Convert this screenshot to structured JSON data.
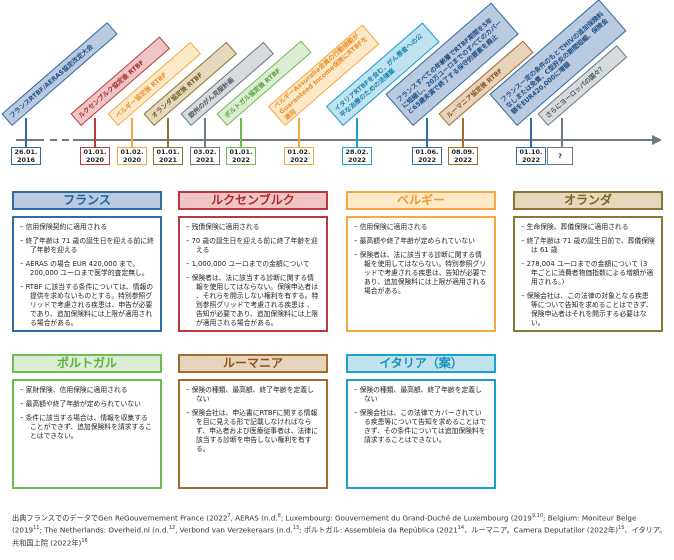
{
  "timeline": {
    "events": [
      {
        "date": "26.01.\n2016",
        "label": "フランスRTBF/AERAS協定改定大会",
        "color": "#2e6da4",
        "fill": "#b9cae1",
        "text": "#1f4f86"
      },
      {
        "date": "01.01.\n2020",
        "label": "ルクセンブルク協定後 RTBF",
        "color": "#b83a3f",
        "fill": "#eec5c3",
        "text": "#a52a30"
      },
      {
        "date": "01.02.\n2020",
        "label": "ベルギー協定後 RTBF",
        "color": "#f5a742",
        "fill": "#fde8c8",
        "text": "#e8902a"
      },
      {
        "date": "01.01.\n2021",
        "label": "オランダ協定後 RTBF",
        "color": "#8b7636",
        "fill": "#e4d9bd",
        "text": "#6e5c25"
      },
      {
        "date": "03.02.\n2021",
        "label": "欧州のがん克服計画",
        "color": "#6f7b85",
        "fill": "#d6dbde",
        "text": "#4a545c"
      },
      {
        "date": "01.01.\n2022",
        "label": "ポルトガル協定後 RTBF",
        "color": "#6cbf4f",
        "fill": "#dcecd5",
        "text": "#4fa333"
      },
      {
        "date": "01.02.\n2022",
        "label": "ベルギーAssuralia会員の行動規範が Guaranteed Income保険にRTBFを適用",
        "color": "#f5a742",
        "fill": "#fde8c8",
        "text": "#e8902a"
      },
      {
        "date": "28.02.\n2022",
        "label": "イタリアRTBFを含む、がん患者への公平な治療のための法律案",
        "color": "#1aa1d0",
        "fill": "#c0e3ef",
        "text": "#1285b0"
      },
      {
        "date": "01.06.\n2022",
        "label": "フランスすべての年齢層でRTBF期間を5年に短縮し、20万ユーロまでのすべてのカバーと65歳未満で終了する保守的要素を廃止",
        "color": "#2e6da4",
        "fill": "#b9cae1",
        "text": "#1f4f86"
      },
      {
        "date": "08.09.\n2022",
        "label": "ルーマニア協定後 RTBF",
        "color": "#a46b2b",
        "fill": "#e8d3bd",
        "text": "#8a561c"
      },
      {
        "date": "01.10.\n2022",
        "label": "フランス一定の条件のもとでHIVの追加保険料なしまたは免責、C型肝炎の期間短縮、保険金額をEUR420,000に増額",
        "color": "#2e6da4",
        "fill": "#b9cae1",
        "text": "#1f4f86"
      },
      {
        "date": "?",
        "label": "さらにヨーロッパの国々？",
        "color": "#6f7b85",
        "fill": "#d6dbde",
        "text": "#4a545c"
      }
    ]
  },
  "countries": [
    {
      "name": "フランス",
      "color": "#2e6da4",
      "fill": "#b9cae1",
      "text": "#1f5f9e",
      "bullets": [
        "信用保険契約に適用される",
        "終了年齢は 71 歳の誕生日を迎える前に終了年齢を迎える",
        "AERAS の場合 EUR 420,000 まで。200,000 ユーロまで医学的査定無し。",
        "RTBF に該当する条件については、情報の提供を求めないものとする。特別参照グリッドで考慮される疾患は、申告が必要であり、追加保険料には上限が適用される場合がある。"
      ]
    },
    {
      "name": "ルクセンブルク",
      "color": "#b83a3f",
      "fill": "#eec5c3",
      "text": "#b0282f",
      "bullets": [
        "残債保険に適用される",
        "70 歳の誕生日を迎える前に終了年齢を迎える",
        "1,000,000 ユーロまでの金額について",
        "保険者は、法に該当する診断に関する情報を使用してはならない。保険申込者は 、それらを開示しない権利を有する。特別参照グリッドで考慮される疾患は 、告知が必要であり、追加保険料には上限が適用される場合がある。"
      ]
    },
    {
      "name": "ベルギー",
      "color": "#f5a742",
      "fill": "#fde8c8",
      "text": "#f09a30",
      "bullets": [
        "信用保険に適用される",
        "最高額や終了年齢が定められていない",
        "保険者は、法に該当する診断に関する情報を使用してはならない。特別参照グリッドで考慮される疾患は、告知が必要であり、追加保険料には上限が適用される場合がある。"
      ]
    },
    {
      "name": "オランダ",
      "color": "#8b7636",
      "fill": "#e4d9bd",
      "text": "#7a6428",
      "bullets": [
        "生命保険、葬儀保険に適用される",
        "終了年齢は 71 歳の誕生日前で、葬儀保険は 61 歳",
        "278,004 ユーロまでの金額について (3 年ごとに消費者物価指数による増額が適用される。)",
        "保険会社は、この法律の対象となる疾患等について告知を求めることはできず、保険申込者はそれを開示する必要はない。"
      ]
    },
    {
      "name": "ポルトガル",
      "color": "#6cbf4f",
      "fill": "#dcecd5",
      "text": "#5bb03d",
      "bullets": [
        "家財保険、信用保険に適用される",
        "最高額や終了年齢が定められていない",
        "条件に該当する場合は、情報を収集することができず、追加保険料を請求することはできない。"
      ]
    },
    {
      "name": "ルーマニア",
      "color": "#a46b2b",
      "fill": "#e8d3bd",
      "text": "#8a561c",
      "bullets": [
        "保険の種類、最高額、終了年齢を定義しない",
        "保険会社は、申込書にRTBFに関する情報を目に見える形で記載しなければならず、申込者および医療従事者は、法律に該当する診断を申告しない権利を有する。"
      ]
    },
    {
      "name": "イタリア（案）",
      "color": "#1aa1d0",
      "fill": "#c0e3ef",
      "text": "#1590c0",
      "bullets": [
        "保険の種類、最高額、終了年齢を定義しない",
        "保険会社は、この法律でカバーされている疾患等について告知を求めることはできず、その条件については追加保険料を請求することはできない。"
      ]
    }
  ],
  "footnote": [
    {
      "t": "出典フランスでのデータでGen ReGouvernement France (2022",
      "s": "7"
    },
    {
      "t": ", AERAS (n.d.",
      "s": "8"
    },
    {
      "t": "; Luxembourg: Gouvernement du Grand-Duché de Luxembourg (2019",
      "s": "9,10"
    },
    {
      "t": "; Belgium: Moniteur Belge (2019",
      "s": "11"
    },
    {
      "t": "; The Netherlands: Overheid.nl (n.d.",
      "s": "12"
    },
    {
      "t": ", Verbond van Verzekeraars (n.d.",
      "s": "13"
    },
    {
      "t": "; ポルトガル: Assembleia da República (2021",
      "s": "14"
    },
    {
      "t": "、ルーマニア。Camera Deputatilor (2022年)",
      "s": "15"
    },
    {
      "t": "、イタリア。共和国上院 (2022年)",
      "s": "16"
    }
  ]
}
